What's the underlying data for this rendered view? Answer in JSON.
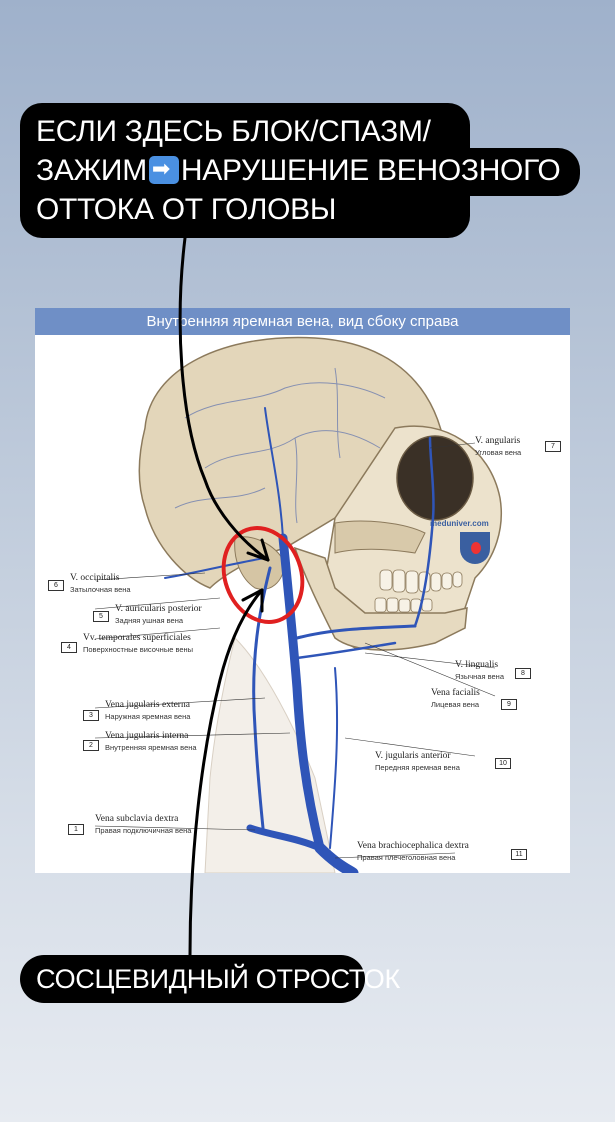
{
  "callouts": {
    "top": {
      "line1": "ЕСЛИ ЗДЕСЬ БЛОК/СПАЗМ/",
      "line2a": "ЗАЖИМ",
      "line2b": "НАРУШЕНИЕ ВЕНОЗНОГО",
      "line3": "ОТТОКА ОТ ГОЛОВЫ",
      "arrow_icon": "right-arrow-emoji"
    },
    "bottom": {
      "text": "СОСЦЕВИДНЫЙ ОТРОСТОК"
    }
  },
  "figure": {
    "title": "Внутренняя яремная вена, вид сбоку справа",
    "watermark": "meduniver.com",
    "labels": [
      {
        "num": "7",
        "latin": "V. angularis",
        "russian": "Угловая вена"
      },
      {
        "num": "6",
        "latin": "V. occipitalis",
        "russian": "Затылочная вена"
      },
      {
        "num": "5",
        "latin": "V. auricularis posterior",
        "russian": "Задняя ушная вена"
      },
      {
        "num": "4",
        "latin": "Vv. temporales superficiales",
        "russian": "Поверхностные височные вены"
      },
      {
        "num": "8",
        "latin": "V. lingualis",
        "russian": "Язычная вена"
      },
      {
        "num": "9",
        "latin": "Vena facialis",
        "russian": "Лицевая вена"
      },
      {
        "num": "3",
        "latin": "Vena jugularis externa",
        "russian": "Наружная яремная вена"
      },
      {
        "num": "2",
        "latin": "Vena jugularis interna",
        "russian": "Внутренняя яремная вена"
      },
      {
        "num": "10",
        "latin": "V. jugularis anterior",
        "russian": "Передняя яремная вена"
      },
      {
        "num": "1",
        "latin": "Vena subclavia dextra",
        "russian": "Правая подключичная вена"
      },
      {
        "num": "11",
        "latin": "Vena brachiocephalica dextra",
        "russian": "Правая плечеголовная вена"
      }
    ]
  },
  "colors": {
    "vein": "#2f55b8",
    "bone": "#ddd0b4",
    "highlight_circle": "#e02020",
    "title_bar": "#6f8fc6"
  }
}
